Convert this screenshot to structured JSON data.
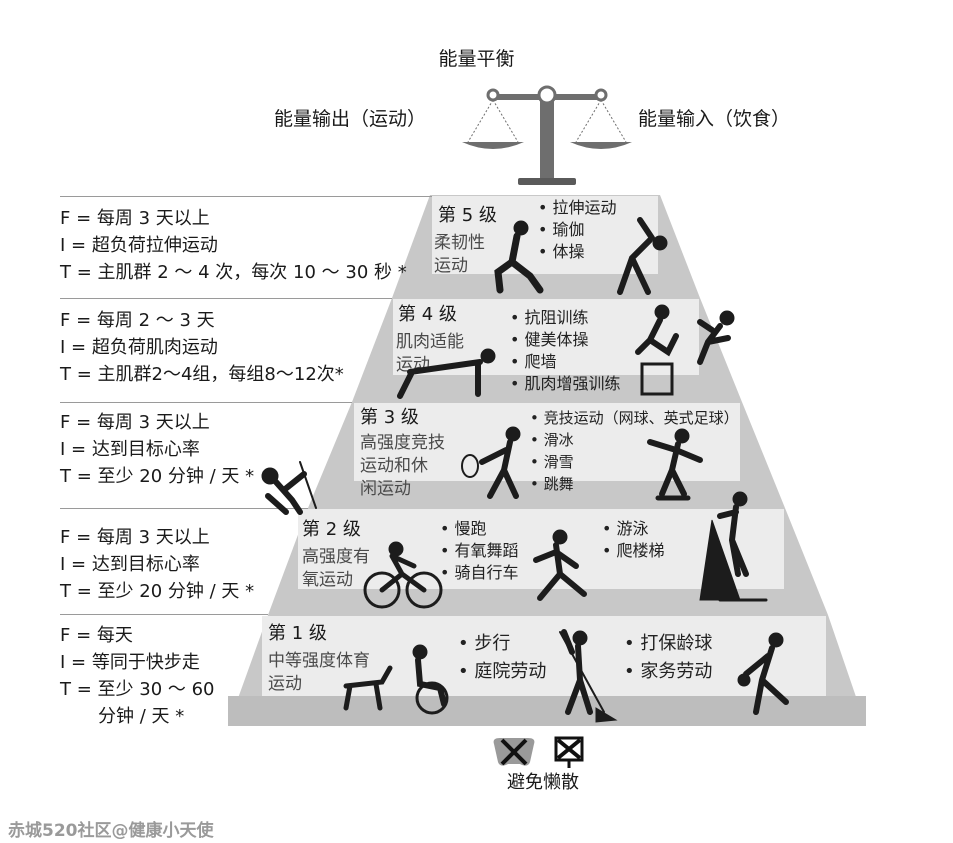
{
  "balance": {
    "title": "能量平衡",
    "output_label": "能量输出（运动）",
    "input_label": "能量输入（饮食）"
  },
  "fit_rules": [
    {
      "f": "F = 每周 3 天以上",
      "i": "I = 超负荷拉伸运动",
      "t": "T = 主肌群 2 ～ 4 次，每次 10 ～ 30 秒 *",
      "t2": ""
    },
    {
      "f": "F = 每周 2 ～ 3 天",
      "i": "I = 超负荷肌肉运动",
      "t": "T = 主肌群2～4组，每组8～12次*",
      "t2": ""
    },
    {
      "f": "F = 每周 3 天以上",
      "i": "I = 达到目标心率",
      "t": "T = 至少 20 分钟 / 天 *",
      "t2": ""
    },
    {
      "f": "F = 每周 3 天以上",
      "i": "I = 达到目标心率",
      "t": "T = 至少 20 分钟 / 天 *",
      "t2": ""
    },
    {
      "f": "F = 每天",
      "i": "I = 等同于快步走",
      "t": "T = 至少 30 ～ 60",
      "t2": "分钟 / 天 *"
    }
  ],
  "tiers": [
    {
      "level": "第 5 级",
      "name": [
        "柔韧性",
        "运动"
      ],
      "bullets": [
        "拉伸运动",
        "瑜伽",
        "体操"
      ],
      "bullets2": []
    },
    {
      "level": "第 4 级",
      "name": [
        "肌肉适能",
        "运动"
      ],
      "bullets": [
        "抗阻训练",
        "健美体操",
        "爬墙",
        "肌肉增强训练"
      ],
      "bullets2": []
    },
    {
      "level": "第 3 级",
      "name": [
        "高强度竞技",
        "运动和休",
        "闲运动"
      ],
      "bullets": [
        "竞技运动（网球、英式足球）",
        "滑冰",
        "滑雪",
        "跳舞"
      ],
      "bullets2": []
    },
    {
      "level": "第 2 级",
      "name": [
        "高强度有",
        "氧运动"
      ],
      "bullets": [
        "慢跑",
        "有氧舞蹈",
        "骑自行车"
      ],
      "bullets2": [
        "游泳",
        "爬楼梯"
      ]
    },
    {
      "level": "第 1 级",
      "name": [
        "中等强度体育",
        "运动"
      ],
      "bullets": [
        "步行",
        "庭院劳动"
      ],
      "bullets2": [
        "打保龄球",
        "家务劳动"
      ]
    }
  ],
  "footer": {
    "avoid_label": "避免懒散"
  },
  "watermark": "赤城520社区@健康小天使",
  "colors": {
    "step_face": "#ececec",
    "step_top": "#c8c8c8",
    "figure": "#1c1c1c",
    "scale": "#6e6e6e"
  }
}
